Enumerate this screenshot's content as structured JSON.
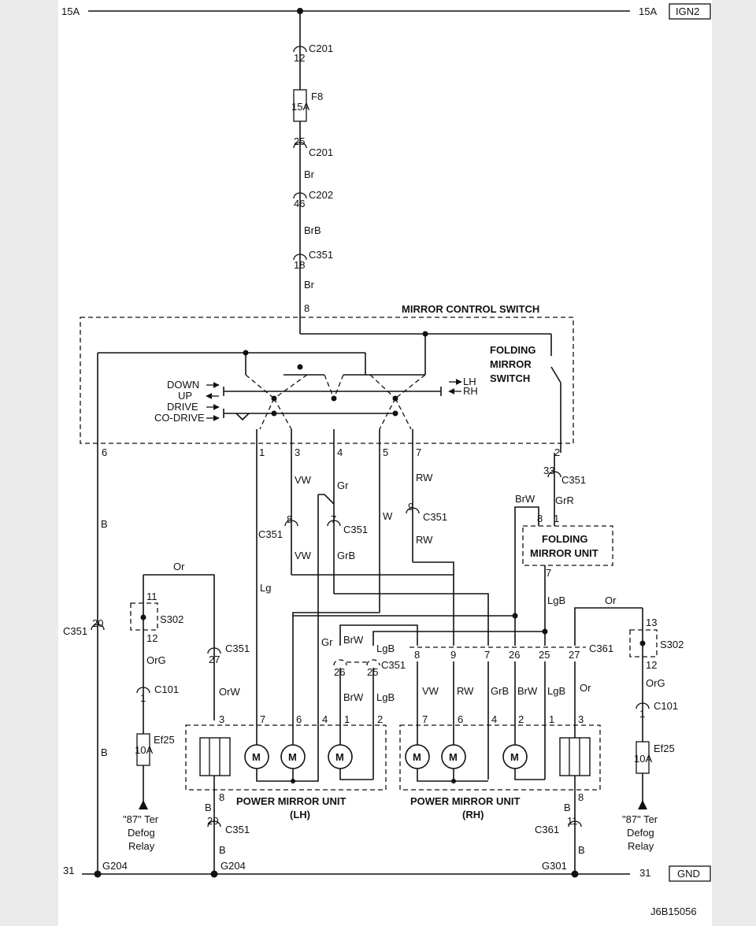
{
  "diagram": {
    "top_left_label": "15A",
    "top_right_label": "15A",
    "ign_label": "IGN2",
    "bottom_left_label": "31",
    "bottom_right_label": "31",
    "gnd_label": "GND",
    "figure_code": "J6B15056",
    "main_feed": {
      "c201_top_pin": "12",
      "c201": "C201",
      "fuse_name": "F8",
      "fuse_rating": "15A",
      "c201_bottom_pin": "25",
      "c201b": "C201",
      "wire_br": "Br",
      "c202_pin": "46",
      "c202": "C202",
      "wire_brb": "BrB",
      "c351_pin": "18",
      "c351": "C351",
      "wire_br2": "Br",
      "switch_pin": "8"
    },
    "mirror_switch": {
      "title": "MIRROR CONTROL SWITCH",
      "folding_line1": "FOLDING",
      "folding_line2": "MIRROR",
      "folding_line3": "SWITCH",
      "down": "DOWN",
      "up": "UP",
      "drive": "DRIVE",
      "codrive": "CO-DRIVE",
      "lh": "LH",
      "rh": "RH",
      "pins": [
        "6",
        "1",
        "3",
        "4",
        "5",
        "7",
        "2"
      ]
    },
    "wires_mid": {
      "vw": "VW",
      "gr": "Gr",
      "rw": "RW",
      "b_left": "B",
      "w": "W",
      "lg": "Lg",
      "c351_8_pin": "8",
      "c351_8": "C351",
      "c351_7_pin": "7",
      "c351_7": "C351",
      "c351_9_pin": "9",
      "c351_9": "C351",
      "vw2": "VW",
      "grb": "GrB",
      "rw2": "RW",
      "c351_33_pin": "33",
      "c351_33": "C351",
      "brw": "BrW",
      "grr": "GrR",
      "fold_pin8": "8",
      "fold_pin1": "1",
      "folding_unit_line1": "FOLDING",
      "folding_unit_line2": "MIRROR UNIT",
      "fold_pin7": "7",
      "lgb": "LgB"
    },
    "left_side": {
      "or_label": "Or",
      "s302_top": "11",
      "s302": "S302",
      "s302_bottom": "12",
      "org": "OrG",
      "c101_pin": "1",
      "c101": "C101",
      "fuse_name": "Ef25",
      "fuse_rating": "10A",
      "relay_line1": "\"87\" Ter",
      "relay_line2": "Defog",
      "relay_line3": "Relay",
      "c351_20_pin": "20",
      "c351_20": "C351",
      "b_wire": "B",
      "c351_27_pin": "27",
      "c351_27": "C351",
      "orw": "OrW"
    },
    "lh_unit": {
      "title_line1": "POWER MIRROR UNIT",
      "title_line2": "(LH)",
      "pins": [
        "3",
        "7",
        "6",
        "4",
        "1",
        "2",
        "8"
      ],
      "motor": "M",
      "gr": "Gr",
      "brw": "BrW",
      "lgb": "LgB",
      "c351_26": "26",
      "c351_25": "25",
      "c351": "C351",
      "brw2": "BrW",
      "lgb2": "LgB"
    },
    "rh_unit": {
      "title_line1": "POWER MIRROR UNIT",
      "title_line2": "(RH)",
      "c361_pins": [
        "8",
        "9",
        "7",
        "26",
        "25",
        "27"
      ],
      "c361": "C361",
      "wires": [
        "VW",
        "RW",
        "GrB",
        "BrW",
        "LgB",
        "Or"
      ],
      "pins": [
        "7",
        "6",
        "4",
        "2",
        "1",
        "3",
        "8"
      ],
      "motor": "M"
    },
    "right_side": {
      "or_label": "Or",
      "s302_top": "13",
      "s302": "S302",
      "s302_bottom": "12",
      "org": "OrG",
      "c101_pin": "1",
      "c101": "C101",
      "fuse_name": "Ef25",
      "fuse_rating": "10A",
      "relay_line1": "\"87\" Ter",
      "relay_line2": "Defog",
      "relay_line3": "Relay",
      "c361_11_pin": "11",
      "c361_11": "C361",
      "b_wire": "B"
    },
    "grounds": {
      "b_lh": "B",
      "c351_20b_pin": "20",
      "c351_20b": "C351",
      "b_lh2": "B",
      "g204_left": "G204",
      "g204_mid": "G204",
      "g301": "G301"
    }
  }
}
